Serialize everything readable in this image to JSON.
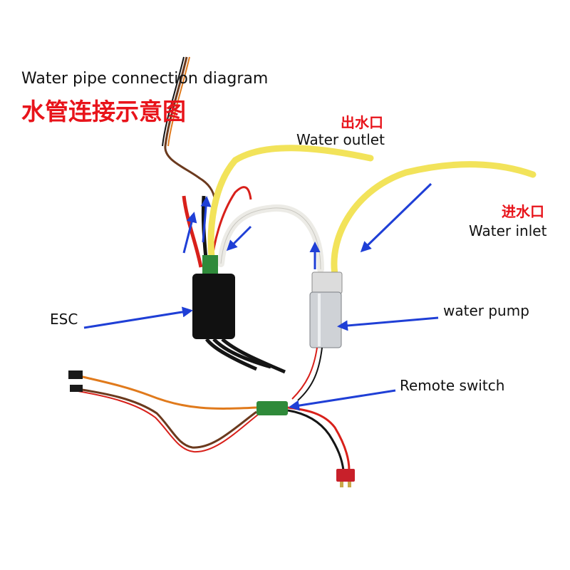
{
  "title": {
    "english": "Water pipe connection diagram",
    "chinese": "水管连接示意图"
  },
  "labels": {
    "outlet_cn": "出水口",
    "outlet_en": "Water outlet",
    "inlet_cn": "进水口",
    "inlet_en": "Water inlet",
    "esc": "ESC",
    "pump": "water pump",
    "switch": "Remote switch"
  },
  "colors": {
    "arrow": "#1f3fd6",
    "chinese_text": "#e8141b",
    "tube_yellow": "#f2e35a",
    "tube_white": "#ecebe6",
    "wire_red": "#d8201a",
    "wire_black": "#151515",
    "wire_orange": "#e07a1c",
    "wire_brown": "#6b3a1e"
  }
}
